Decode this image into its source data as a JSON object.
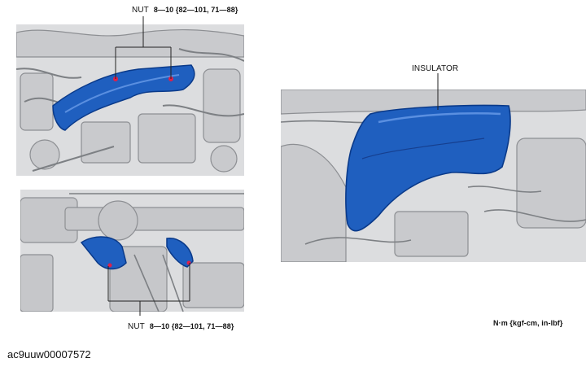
{
  "callouts": {
    "top_nut": {
      "part": "NUT",
      "spec": "8—10 {82—101, 71—88}"
    },
    "bottom_nut": {
      "part": "NUT",
      "spec": "8—10 {82—101, 71—88}"
    },
    "insulator": "INSULATOR"
  },
  "units_note": "N·m {kgf-cm, in-lbf}",
  "figure_id": "ac9uuw00007572",
  "colors": {
    "part_highlight": "#1f5fbf",
    "part_edge": "#0a3a8a",
    "engine_background": "#d6d7d9",
    "nut_marker": "#e0204a"
  }
}
